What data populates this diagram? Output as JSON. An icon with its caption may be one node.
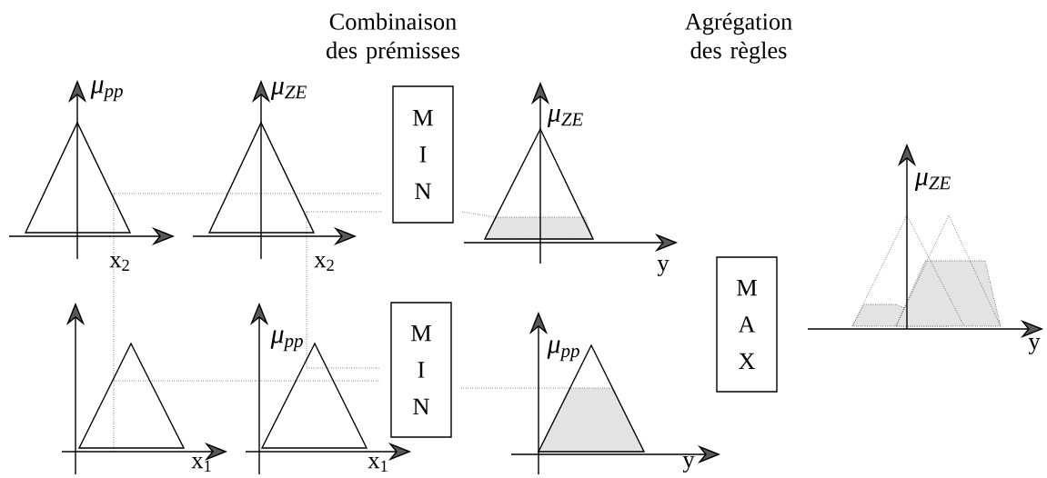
{
  "diagram": {
    "nodes": [
      {
        "text": [
          "M I N"
        ]
      },
      {
        "text": [
          "M I N"
        ]
      },
      {
        "text": [
          "M A X"
        ]
      }
    ],
    "labels": [
      "Combinaison des prémisses",
      "Agrégation des règles",
      "μ$_{pp}$",
      "μ$_{ZE}$",
      "μ$_{ZE}$",
      "μ$_{ZE}$",
      "x$_{2}$",
      "x$_{2}$",
      "y",
      "y",
      "μ$_{pp}$",
      "μ$_{pp}$",
      "x$_{1}$",
      "x$_{1}$",
      "y"
    ]
  }
}
